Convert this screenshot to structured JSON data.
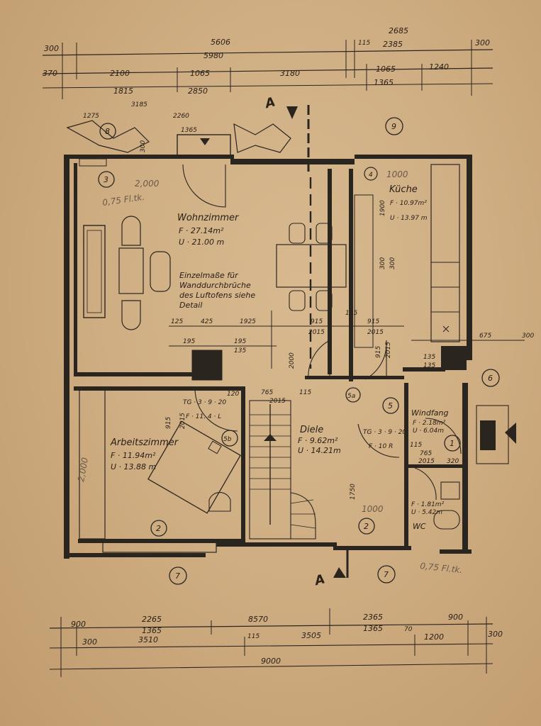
{
  "top_dims": {
    "row1": [
      "300",
      "5606",
      "5980",
      "115",
      "2685",
      "2385",
      "300"
    ],
    "row2": [
      "370",
      "2100",
      "1065",
      "3180",
      "1065",
      "1240"
    ],
    "row3": [
      "1815",
      "2850",
      "1365"
    ],
    "row4": [
      "3185",
      "1275",
      "2260",
      "1365",
      "300"
    ]
  },
  "bottom_dims": {
    "row1": [
      "900",
      "2265",
      "1365",
      "8570",
      "2365",
      "1365",
      "900"
    ],
    "row2": [
      "300",
      "3510",
      "115",
      "3505",
      "70",
      "1200",
      "300"
    ],
    "total": "9000"
  },
  "section_marks": [
    "A",
    "A"
  ],
  "axis_markers": [
    "8",
    "9",
    "3",
    "4",
    "6",
    "5",
    "5a",
    "5b",
    "2",
    "2",
    "7",
    "7",
    "1"
  ],
  "rooms": {
    "wohnzimmer": {
      "name": "Wohnzimmer",
      "area": "F · 27.14m²",
      "perimeter": "U · 21.00 m"
    },
    "kueche": {
      "name": "Küche",
      "area": "F · 10.97m²",
      "perimeter": "U · 13.97 m"
    },
    "arbeitszimmer": {
      "name": "Arbeitszimmer",
      "area": "F · 11.94m²",
      "perimeter": "U · 13.88 m"
    },
    "diele": {
      "name": "Diele",
      "area": "F · 9.62m²",
      "perimeter": "U · 14.21m"
    },
    "windfang": {
      "name": "Windfang",
      "area": "F · 2.18m²",
      "perimeter": "U · 6.04m"
    },
    "wc": {
      "name": "WC",
      "area": "F · 1.81m²",
      "perimeter": "U · 5.42m"
    }
  },
  "note": {
    "line1": "Einzelmaße für",
    "line2": "Wanddurchbrüche",
    "line3": "des Luftofens siehe",
    "line4": "Detail"
  },
  "doors": {
    "tg1": "TG · 3 · 9 · 20",
    "fl1": "F · 11. 4 · L",
    "tg2": "TG · 3 · 9 · 20",
    "fl2": "F · 10 R"
  },
  "inner_dims": {
    "d125a": "125",
    "d425": "425",
    "d1925": "1925",
    "d915a": "915",
    "d125b": "125",
    "d915b": "915",
    "d2015a": "2015",
    "d2015b": "2015",
    "d195a": "195",
    "d195b": "195",
    "d135a": "135",
    "d135b": "135",
    "d135c": "135",
    "d2000": "2000",
    "d120": "120",
    "d765a": "765",
    "d2015c": "2015",
    "d115a": "115",
    "d915c": "915",
    "d2015d": "2015",
    "d1750": "1750",
    "d765b": "765",
    "d2015e": "2015",
    "d320": "320",
    "d115b": "115",
    "d1900": "1900",
    "d300a": "300",
    "d300b": "300",
    "d675": "675",
    "d300c": "300",
    "d915d": "915",
    "d2015f": "2015"
  },
  "pencil": {
    "p1": "2,000",
    "p2": "0,75 Fl.tk.",
    "p3": "1000",
    "p4": "1000",
    "p5": "0,75 Fl.tk.",
    "p6": "2,000"
  }
}
